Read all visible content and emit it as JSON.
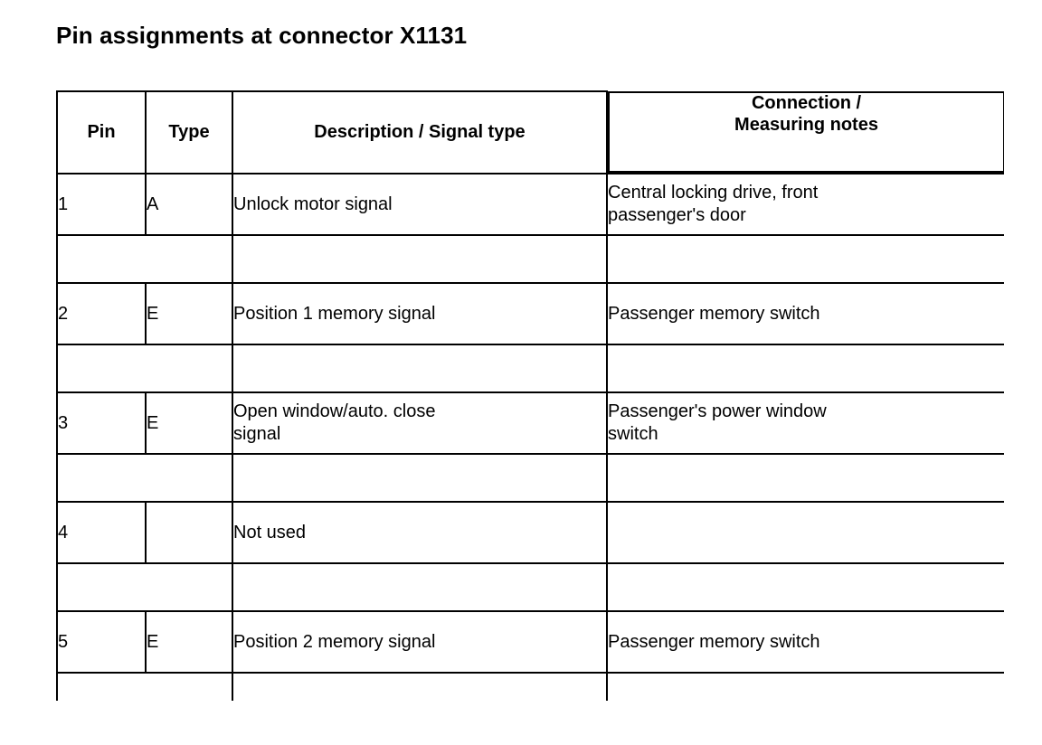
{
  "document": {
    "title": "Pin assignments at connector X1131"
  },
  "table": {
    "columns": [
      {
        "key": "pin",
        "label": "Pin"
      },
      {
        "key": "type",
        "label": "Type"
      },
      {
        "key": "description",
        "label": "Description / Signal type"
      },
      {
        "key": "connection",
        "label": "Connection /\nMeasuring notes"
      }
    ],
    "rows": [
      {
        "kind": "data",
        "pin": "1",
        "type": "A",
        "description": "Unlock motor signal",
        "connection": "Central locking drive, front\npassenger's door"
      },
      {
        "kind": "spacer",
        "pin": "",
        "type": "",
        "description": "",
        "connection": ""
      },
      {
        "kind": "data",
        "pin": "2",
        "type": "E",
        "description": "Position 1 memory signal",
        "connection": "Passenger memory switch"
      },
      {
        "kind": "spacer",
        "pin": "",
        "type": "",
        "description": "",
        "connection": ""
      },
      {
        "kind": "data",
        "pin": "3",
        "type": "E",
        "description": "Open window/auto. close\nsignal",
        "connection": "Passenger's power window\nswitch"
      },
      {
        "kind": "spacer",
        "pin": "",
        "type": "",
        "description": "",
        "connection": ""
      },
      {
        "kind": "data",
        "pin": "4",
        "type": "",
        "description": "Not used",
        "connection": ""
      },
      {
        "kind": "spacer",
        "pin": "",
        "type": "",
        "description": "",
        "connection": ""
      },
      {
        "kind": "data",
        "pin": "5",
        "type": "E",
        "description": "Position 2 memory signal",
        "connection": "Passenger memory switch"
      },
      {
        "kind": "stub",
        "pin": "",
        "type": "",
        "description": "",
        "connection": ""
      }
    ]
  }
}
